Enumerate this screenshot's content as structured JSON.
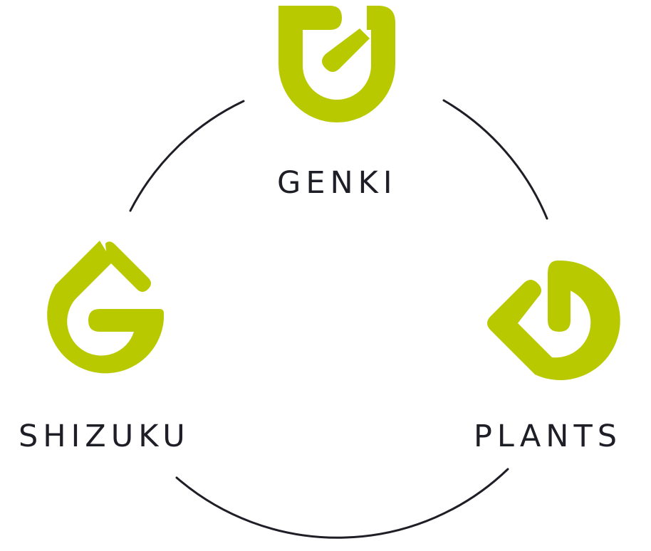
{
  "colors": {
    "logo": "#b9c900",
    "arc": "#1e1e26",
    "text": "#1e1e26",
    "background": "#ffffff"
  },
  "icons": {
    "genki": "leaf-g-logo-icon",
    "shizuku": "leaf-g-logo-icon",
    "plants": "leaf-g-logo-icon"
  },
  "labels": {
    "genki": "GENKI",
    "shizuku": "SHIZUKU",
    "plants": "PLANTS"
  }
}
